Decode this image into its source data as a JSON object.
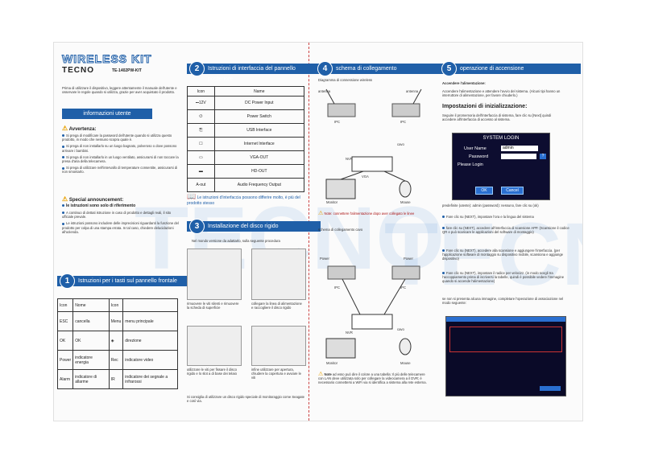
{
  "kit_title": "WIRELESS KIT",
  "brand": "TECNO",
  "model": "TE-1402PW-KIT",
  "intro": "Prima di utilizzare il dispositivo, leggere attentamente il manuale dell'utente e osservare le regole quando si utilizza, grazie per aver acquistato il prodotto.",
  "info_banner": "informazioni utente",
  "warning_title": "Avvertenza:",
  "warnings": [
    "Si prega di modificare la password dell'utente quando si utilizza questo prodotto, in modo che nessuno scopra quale è.",
    "Si prega di non installarlo su un luogo bagnato, polveroso o dove possono arrivare i bambini.",
    "Si prega di non installarlo in un luogo ventilato, assicurarsi di non toccare la presa d'aria della telecamera.",
    "Si prega di utilizzare nell'intervallo di temperature consentite, assicurarsi di non smontarlo."
  ],
  "special_title": "Special announcement:",
  "special_sub": "le istruzioni sono solo di riferimento",
  "special_items": [
    "A continuo di dettati istruzione in caso di prodotto e dettagli reali, il sito ufficiale prevale.",
    "Le istruzioni possono includere delle imprecisioni riguardanti la funzione del prodotto per colpa di una stampa errata. In tal caso, chiedere delucidazioni all'azienda."
  ],
  "sec1_num": "1",
  "sec1_title": "Istruzioni per i tasti sul pannello frontale",
  "front_headers": [
    "Icon",
    "Nome",
    "Icon",
    ""
  ],
  "front_rows": [
    [
      "ESC",
      "cancella",
      "Menu",
      "menu principale"
    ],
    [
      "OK",
      "OK",
      "◈",
      "direzione"
    ],
    [
      "Power",
      "indicatore energia",
      "Rec",
      "indicatore video"
    ],
    [
      "Alarm",
      "indicatore di allarme",
      "IR",
      "indicatore dei segnale a infrarossi"
    ]
  ],
  "sec2_num": "2",
  "sec2_title": "Istruzioni di interfaccia del pannello posteriore",
  "rear_headers": [
    "Icon",
    "Name"
  ],
  "rear_rows": [
    [
      "⎓12V",
      "DC Power Input"
    ],
    [
      "⏻",
      "Power Switch"
    ],
    [
      "⎘",
      "USB Interface"
    ],
    [
      "☐",
      "Internet Interface"
    ],
    [
      "▭",
      "VGA-OUT"
    ],
    [
      "▬",
      "HD-OUT"
    ],
    [
      "A-out",
      "Audio Frequency Output"
    ]
  ],
  "rear_note": "Le istruzioni d'interfaccia possono differire molto, è più del prodotto stesso",
  "sec3_num": "3",
  "sec3_title": "Installazione del disco rigido",
  "sec3_intro": "Nel mondo versione da adattarlo, sulla seguente procedura",
  "sec3_steps": [
    "rimuovere le viti silenti e rimuovere la scheda di superficie",
    "collegare la linea di alimentazione e raccogliere il disco rigido",
    "utilizzare le viti per fissare il disco rigido e lo slot a di base dei telaio",
    "infine utilizzare per apertura, chiudere la copertura e avviare le viti"
  ],
  "sec3_note": "Si consiglia di utilizzare un disco rigido speciale di monitoraggio come Seagate e così via.",
  "sec4_num": "4",
  "sec4_title": "schema di collegamento",
  "diagram1_title": "Diagramma di connessione wireless",
  "diagram2_title": "schema di collegamento cavo",
  "labels": {
    "antenna": "antenna",
    "ipc": "IPC",
    "power": "Power",
    "nvr": "NVR",
    "vga": "VGA",
    "monitor": "Monitor",
    "mouse": "Mouse",
    "cable": "cavo"
  },
  "diagram1_note": "Note: connettere l'alimentazione dopo aver collegato le linee",
  "diagram2_note_label": "Note",
  "diagram2_note": "ad esso può dire il colore a una tabella: Il più delle telecamere con LAN deve utilizzata solo per collegare la videocamera a il DVR; è necessario connettersi a WiFi via si identifica a sistema alla rete esterna.",
  "sec5_num": "5",
  "sec5_title": "operazione di accensione",
  "power_on_head": "Accendere l'alimentazione:",
  "power_on_text": "Accendere l'alimentazione e attendere l'avvio del sistema. (Alcuni tipi hanno un interruttore di alimentazione, per favore chiuderlo.)",
  "init_head": "Impostazioni di inizializzazione:",
  "init_text": "Seguire il promemoria dell'interfaccia di sistema, fare clic su [Next] quindi accedere all'interfaccia di accesso al sistema.",
  "login": {
    "title": "SYSTEM LOGIN",
    "user_label": "User Name",
    "user_value": "admin",
    "pass_label": "Password",
    "please": "Please Login",
    "ok": "OK",
    "cancel": "Cancel"
  },
  "login_caption": "predefinite (utente): admin (password): nessuno, fare clic su (ok)",
  "steps5": [
    "Fare clic su (NEXT), impostare l'ora e la lingua del sistema",
    "fare clic su (NEXT), accedere all'interfaccia di scansione APP. (Scansione il codice QR e può scaricare le applicazioni del software di montaggio)",
    "Fare clic su (NEXT), accedere alla scansione e aggiungere l'interfaccia. (per l'applicazione software di montaggio su dispositivo mobile, scansiona e aggiunge dispositivo)",
    "Fare clic su (NEXT), impostare il radice per velocizz. (in modo scegli tra l'accoppiamento prima di iscriversi la tabelle, quindi è possibile vedere l'immagine quando si accende l'alimentazione)"
  ],
  "final_text": "se non si presenta alcuna immagine, completare l'operazione di associazione nel modo seguente:"
}
